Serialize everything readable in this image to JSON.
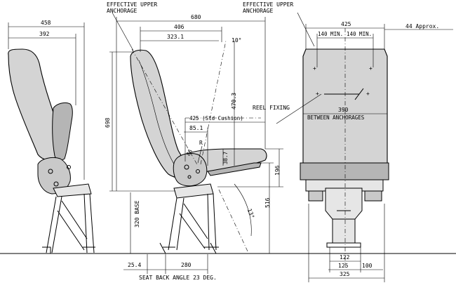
{
  "labels": {
    "effective_upper_anchorage_left_1": "EFFECTIVE UPPER",
    "effective_upper_anchorage_left_2": "ANCHORAGE",
    "effective_upper_anchorage_right_1": "EFFECTIVE UPPER",
    "effective_upper_anchorage_right_2": "ANCHORAGE",
    "reel_fixing": "REEL FIXING",
    "between_anchorages": "BETWEEN ANCHORAGES",
    "seat_back_angle": "SEAT BACK ANGLE 23 DEG.",
    "base": "320 BASE",
    "std_cushion": "425 (Std Cushion)",
    "approx": "44 Approx."
  },
  "dimensions": {
    "d458": "458",
    "d392": "392",
    "d680": "680",
    "d406": "406",
    "d323": "323.1",
    "d10deg": "10°",
    "d470": "470.3",
    "d698": "698",
    "d85": "85.1",
    "d86": "86",
    "dR": "R",
    "d38": "38.7",
    "d196": "196",
    "d516": "516",
    "d13deg": "13°",
    "d25": "25.4",
    "d280": "280",
    "d425r": "425",
    "d140a": "140 MIN.",
    "d140b": "140 MIN.",
    "d390": "390",
    "d122": "122",
    "d125": "125",
    "d100": "100",
    "d325": "325"
  }
}
